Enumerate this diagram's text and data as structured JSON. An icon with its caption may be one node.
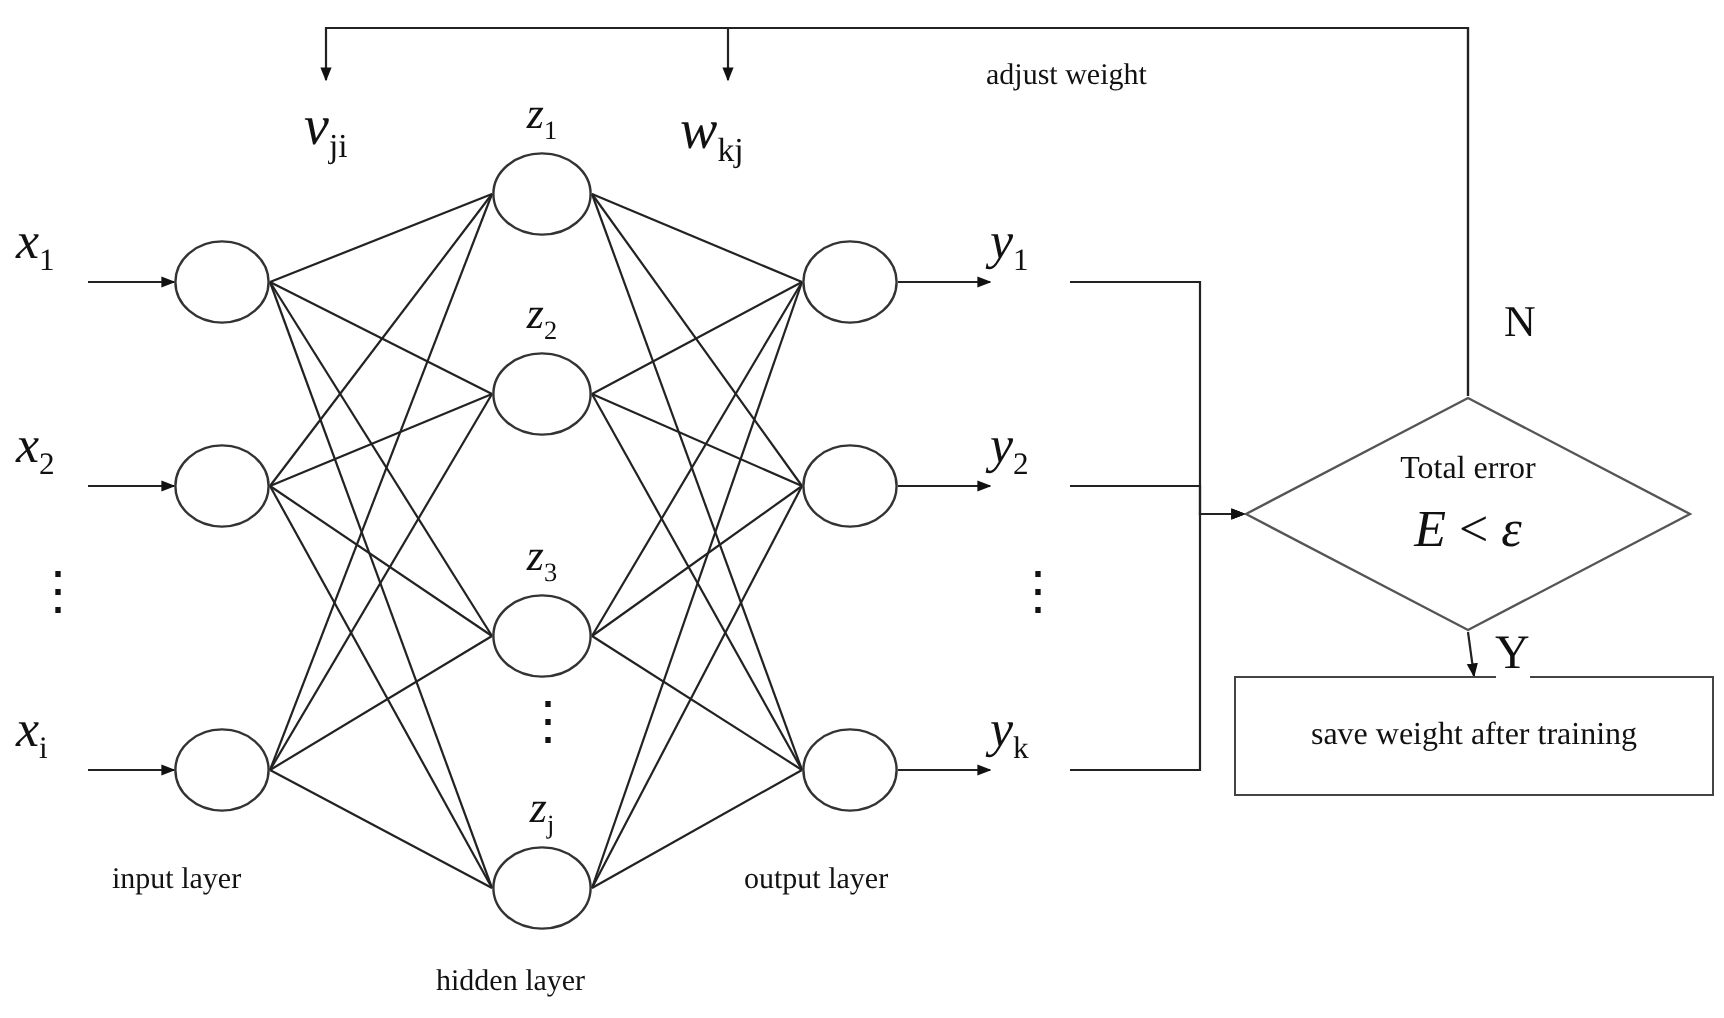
{
  "diagram": {
    "nodes": [
      {
        "text": [
          "*x*$_{1}$"
        ]
      },
      {
        "text": [
          "*x*$_{2}$"
        ]
      },
      {
        "text": [
          "*x*$_{i}$"
        ]
      },
      {
        "text": [],
        "shape": "circle"
      },
      {
        "text": [],
        "shape": "circle"
      },
      {
        "text": [],
        "shape": "circle"
      },
      {
        "text": [],
        "shape": "circle",
        "beside": [
          "*z*$_{1}$"
        ]
      },
      {
        "text": [],
        "shape": "circle",
        "beside": [
          "*z*$_{2}$"
        ]
      },
      {
        "text": [],
        "shape": "circle",
        "beside": [
          "*z*$_{3}$"
        ]
      },
      {
        "text": [],
        "shape": "circle",
        "beside": [
          "*z*$_{j}$"
        ]
      },
      {
        "text": [],
        "shape": "circle"
      },
      {
        "text": [],
        "shape": "circle"
      },
      {
        "text": [],
        "shape": "circle"
      },
      {
        "text": [
          "*y*$_{1}$"
        ]
      },
      {
        "text": [
          "*y*$_{2}$"
        ]
      },
      {
        "text": [
          "*y*$_{k}$"
        ]
      },
      {
        "text": [
          "Total error",
          "*E* < *ε*"
        ]
      },
      {
        "text": [
          "save weight after training"
        ]
      }
    ],
    "edges": [
      {
        "from": 0,
        "to": 3,
        "arrow": "to"
      },
      {
        "from": 1,
        "to": 4,
        "arrow": "to"
      },
      {
        "from": 2,
        "to": 5,
        "arrow": "to"
      },
      {
        "from": 3,
        "to": 6,
        "arrow": "none"
      },
      {
        "from": 3,
        "to": 7,
        "arrow": "none"
      },
      {
        "from": 3,
        "to": 8,
        "arrow": "none"
      },
      {
        "from": 3,
        "to": 9,
        "arrow": "none"
      },
      {
        "from": 4,
        "to": 6,
        "arrow": "none"
      },
      {
        "from": 4,
        "to": 7,
        "arrow": "none"
      },
      {
        "from": 4,
        "to": 8,
        "arrow": "none"
      },
      {
        "from": 4,
        "to": 9,
        "arrow": "none"
      },
      {
        "from": 5,
        "to": 6,
        "arrow": "none"
      },
      {
        "from": 5,
        "to": 7,
        "arrow": "none"
      },
      {
        "from": 5,
        "to": 8,
        "arrow": "none"
      },
      {
        "from": 5,
        "to": 9,
        "arrow": "none"
      },
      {
        "from": 6,
        "to": 10,
        "arrow": "none"
      },
      {
        "from": 6,
        "to": 11,
        "arrow": "none"
      },
      {
        "from": 6,
        "to": 12,
        "arrow": "none"
      },
      {
        "from": 7,
        "to": 10,
        "arrow": "none"
      },
      {
        "from": 7,
        "to": 11,
        "arrow": "none"
      },
      {
        "from": 7,
        "to": 12,
        "arrow": "none"
      },
      {
        "from": 8,
        "to": 10,
        "arrow": "none"
      },
      {
        "from": 8,
        "to": 11,
        "arrow": "none"
      },
      {
        "from": 8,
        "to": 12,
        "arrow": "none"
      },
      {
        "from": 9,
        "to": 10,
        "arrow": "none"
      },
      {
        "from": 9,
        "to": 11,
        "arrow": "none"
      },
      {
        "from": 9,
        "to": 12,
        "arrow": "none"
      },
      {
        "from": 10,
        "to": 13,
        "arrow": "to"
      },
      {
        "from": 11,
        "to": 14,
        "arrow": "to"
      },
      {
        "from": 12,
        "to": 15,
        "arrow": "to"
      },
      {
        "from": 13,
        "to": 16,
        "arrow": "to"
      },
      {
        "from": 14,
        "to": 16,
        "arrow": "to"
      },
      {
        "from": 15,
        "to": 16,
        "arrow": "to"
      },
      {
        "from": 16,
        "to": 17,
        "arrow": "to",
        "label": "Y"
      },
      {
        "from": 16,
        "to": null,
        "arrow": "to"
      },
      {
        "from": 16,
        "to": null,
        "arrow": "to"
      }
    ],
    "labels": [
      "*v*$_{ji}$",
      "*w*$_{kj}$",
      "adjust weight",
      "N",
      "⋮",
      "⋮",
      "⋮",
      "input layer",
      "output layer",
      "hidden layer"
    ]
  }
}
